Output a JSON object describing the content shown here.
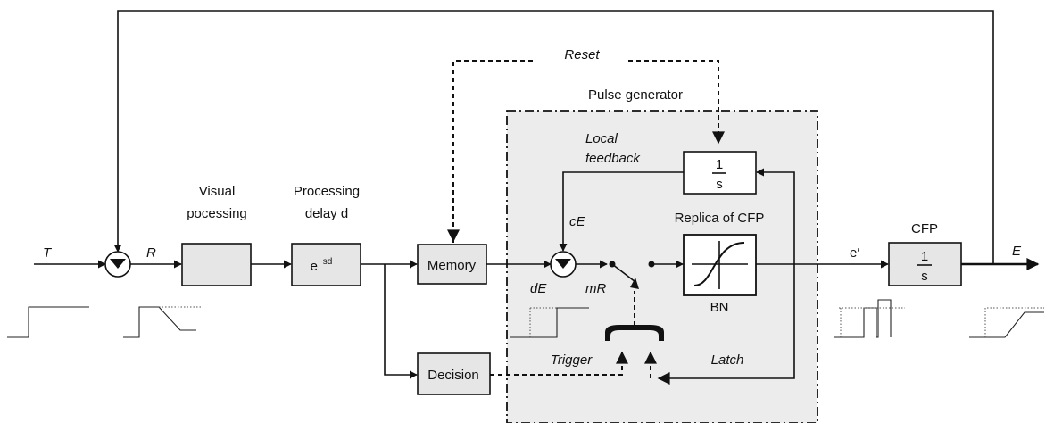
{
  "signals": {
    "T": "T",
    "R": "R",
    "E": "E",
    "e_prime": "e′",
    "dE": "dE",
    "cE": "cE",
    "mR": "mR"
  },
  "blocks": {
    "visual_processing": [
      "Visual",
      "pocessing"
    ],
    "processing_delay": [
      "Processing",
      "delay d"
    ],
    "delay_transfer_base": "e",
    "delay_transfer_exp": "−sd",
    "memory": "Memory",
    "decision": "Decision",
    "integrator_num": "1",
    "integrator_den": "s",
    "cfp": "CFP",
    "cfp_num": "1",
    "cfp_den": "s",
    "replica": "Replica of CFP",
    "bn": "BN"
  },
  "annotations": {
    "reset": "Reset",
    "pulse_generator": "Pulse generator",
    "local_feedback": [
      "Local",
      "feedback"
    ],
    "trigger": "Trigger",
    "latch": "Latch"
  }
}
